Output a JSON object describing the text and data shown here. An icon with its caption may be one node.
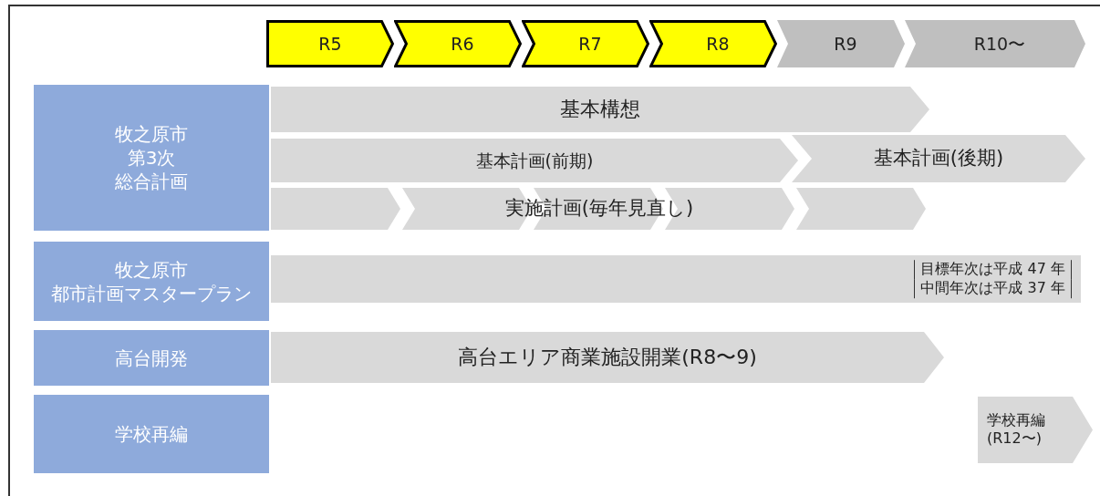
{
  "diagram": {
    "nodes": [
      {
        "text": [
          "R5"
        ]
      },
      {
        "text": [
          "R6"
        ]
      },
      {
        "text": [
          "R7"
        ]
      },
      {
        "text": [
          "R8"
        ]
      },
      {
        "text": [
          "R9"
        ]
      },
      {
        "text": [
          "R10〜"
        ]
      },
      {
        "text": [
          "牧之原市第3次総合計画"
        ]
      },
      {
        "text": [
          "基本構想"
        ]
      },
      {
        "text": [
          "基本計画(前期)"
        ]
      },
      {
        "text": [
          "基本計画(後期)"
        ]
      },
      {
        "text": [
          "実施計画(毎年見直し)"
        ]
      },
      {
        "text": [
          "牧之原市都市計画マスタープラン"
        ]
      },
      {
        "text": [
          "目標年次は平成 47 年",
          "中間年次は平成 37 年"
        ]
      },
      {
        "text": [
          "高台開発"
        ]
      },
      {
        "text": [
          "高台エリア商業施設開業(R8〜9)"
        ]
      },
      {
        "text": [
          "学校再編"
        ]
      },
      {
        "text": [
          "学校再編 (R12〜)"
        ]
      }
    ]
  }
}
